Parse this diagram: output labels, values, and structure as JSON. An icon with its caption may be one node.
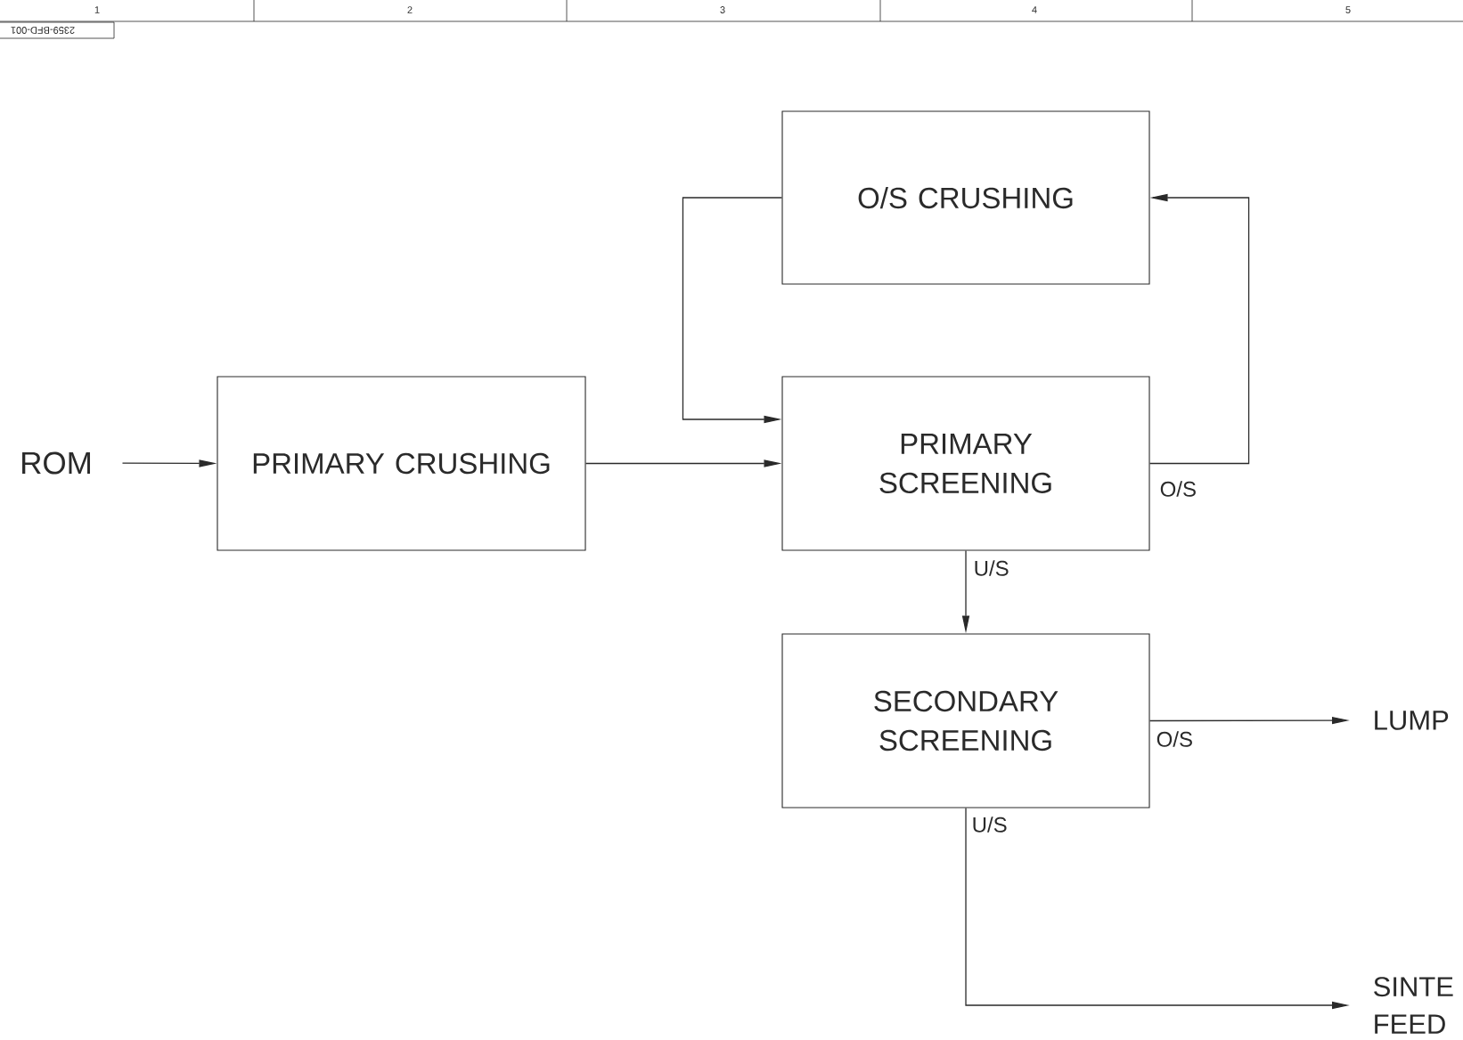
{
  "diagram": {
    "nodes": [
      {
        "text": [
          "O/S CRUSHING"
        ]
      },
      {
        "text": [
          "ROM"
        ]
      },
      {
        "text": [
          "PRIMARY CRUSHING"
        ]
      },
      {
        "text": [
          "PRIMARY SCREENING"
        ]
      },
      {
        "text": [
          "SECONDARY SCREENING"
        ]
      },
      {
        "text": [
          "LUMP"
        ]
      },
      {
        "text": [
          "SINTE FEED"
        ]
      }
    ],
    "edges": [
      {
        "from": 1,
        "to": 2,
        "arrow": "to"
      },
      {
        "from": 2,
        "to": 3,
        "arrow": "to"
      },
      {
        "from": 3,
        "to": 0,
        "arrow": "to",
        "label": "O/S"
      },
      {
        "from": 0,
        "to": 3,
        "arrow": "to"
      },
      {
        "from": 3,
        "to": 4,
        "arrow": "to",
        "label": "U/S"
      },
      {
        "from": 4,
        "to": 5,
        "arrow": "to",
        "label": "O/S"
      },
      {
        "from": 4,
        "to": 6,
        "arrow": "to",
        "label": "U/S"
      }
    ],
    "labels": [
      "1",
      "2",
      "3",
      "4",
      "5",
      "2359-BFD-001"
    ]
  }
}
